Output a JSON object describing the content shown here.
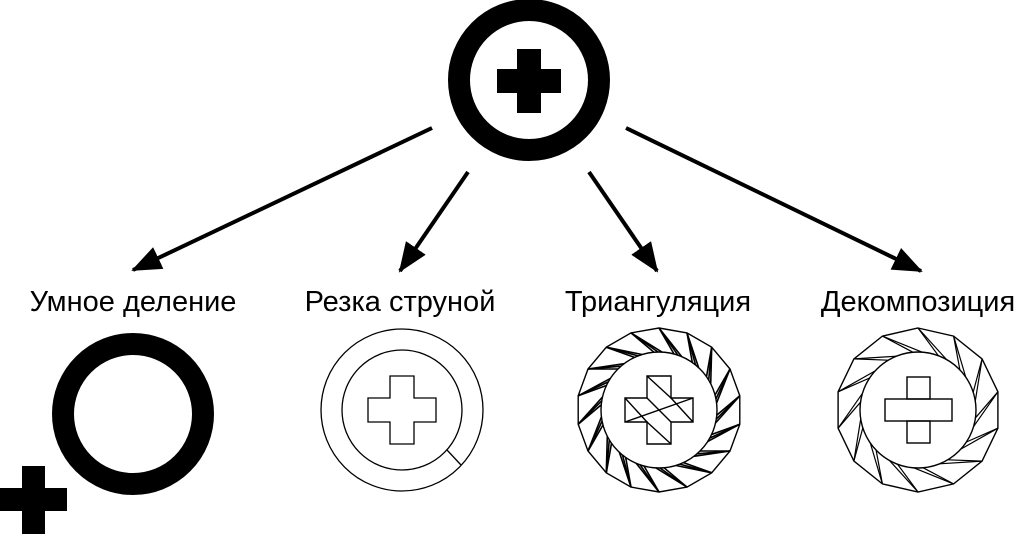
{
  "labels": {
    "smart_division": "Умное деление",
    "string_cut": "Резка струной",
    "triangulation": "Триангуляция",
    "decomposition": "Декомпозиция"
  },
  "colors": {
    "ink": "#000000",
    "background": "#ffffff"
  },
  "icons": {
    "source": "ring-with-plus-icon",
    "arrow": "arrow-icon"
  }
}
